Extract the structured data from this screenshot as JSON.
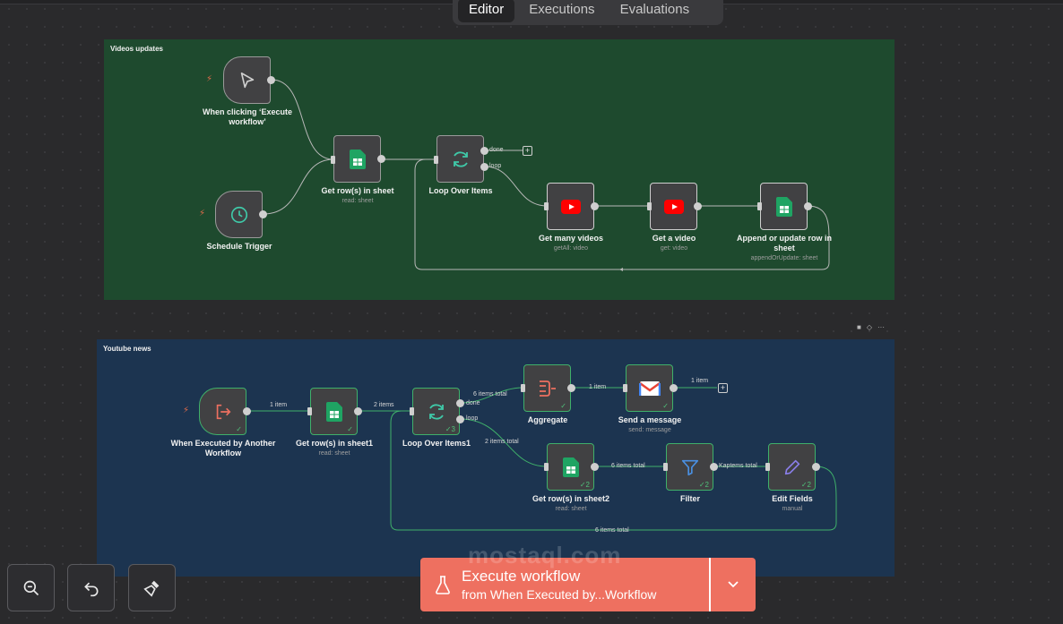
{
  "tabs": [
    {
      "label": "Editor",
      "active": true
    },
    {
      "label": "Executions",
      "active": false
    },
    {
      "label": "Evaluations",
      "active": false
    }
  ],
  "sticky1": {
    "title": "Videos updates"
  },
  "sticky2": {
    "title": "Youtube news"
  },
  "workflow1": {
    "nodes": {
      "manual_trigger": {
        "label": "When clicking ‘Execute workflow’"
      },
      "schedule_trigger": {
        "label": "Schedule Trigger"
      },
      "get_rows": {
        "label": "Get row(s) in sheet",
        "sub": "read: sheet"
      },
      "loop": {
        "label": "Loop Over Items",
        "out_done": "done",
        "out_loop": "loop"
      },
      "get_many_videos": {
        "label": "Get many videos",
        "sub": "getAll: video"
      },
      "get_video": {
        "label": "Get a video",
        "sub": "get: video"
      },
      "append_row": {
        "label": "Append or update row in sheet",
        "sub": "appendOrUpdate: sheet"
      }
    }
  },
  "workflow2": {
    "nodes": {
      "exec_trigger": {
        "label": "When Executed by Another Workflow"
      },
      "get_rows1": {
        "label": "Get row(s) in sheet1",
        "sub": "read: sheet"
      },
      "loop1": {
        "label": "Loop Over Items1",
        "badge": "3",
        "out_done": "done",
        "out_loop": "loop"
      },
      "aggregate": {
        "label": "Aggregate"
      },
      "send_message": {
        "label": "Send a message",
        "sub": "send: message"
      },
      "get_rows2": {
        "label": "Get row(s) in sheet2",
        "sub": "read: sheet",
        "badge": "2"
      },
      "filter": {
        "label": "Filter",
        "badge": "2"
      },
      "edit_fields": {
        "label": "Edit Fields",
        "sub": "manual",
        "badge": "2"
      }
    },
    "edges": {
      "e1": "1 item",
      "e2": "2 items",
      "e3": "6 items total",
      "e4": "1 item",
      "e5": "1 item",
      "e6": "2 items total",
      "e7": "6 items total",
      "e8": "Kaptems total",
      "e9": "6 items total"
    }
  },
  "execute": {
    "title": "Execute workflow",
    "subtitle": "from When Executed by...Workflow"
  },
  "watermark": "mostaql.com",
  "colors": {
    "execute_button": "#ee7060",
    "success": "#3fb06a",
    "sticky_green": "#1e4a2e",
    "sticky_blue": "#1c3450"
  }
}
